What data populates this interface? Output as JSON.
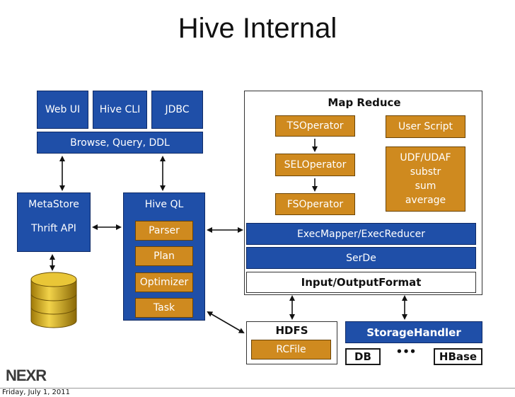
{
  "title": "Hive Internal",
  "clients": {
    "web_ui": "Web UI",
    "hive_cli": "Hive CLI",
    "jdbc": "JDBC",
    "browse": "Browse, Query, DDL"
  },
  "metastore": {
    "title": "MetaStore",
    "thrift": "Thrift API"
  },
  "hiveql": {
    "title": "Hive QL",
    "parser": "Parser",
    "plan": "Plan",
    "optimizer": "Optimizer",
    "task": "Task"
  },
  "mapreduce": {
    "title": "Map Reduce",
    "ts_operator": "TSOperator",
    "sel_operator": "SELOperator",
    "fs_operator": "FSOperator",
    "user_script": "User Script",
    "udf_lines": [
      "UDF/UDAF",
      "substr",
      "sum",
      "average"
    ],
    "exec_mapper": "ExecMapper/ExecReducer",
    "serde": "SerDe",
    "io_format": "Input/OutputFormat"
  },
  "hdfs": {
    "title": "HDFS",
    "rcfile": "RCFile"
  },
  "storage": {
    "title": "StorageHandler",
    "db": "DB",
    "dots": "•••",
    "hbase": "HBase"
  },
  "footer": {
    "logo": "NEXR",
    "date": "Friday, July 1, 2011"
  },
  "colors": {
    "blue": "#1f4fa8",
    "orange": "#cf8a1f",
    "gold": "#d9b21a"
  }
}
